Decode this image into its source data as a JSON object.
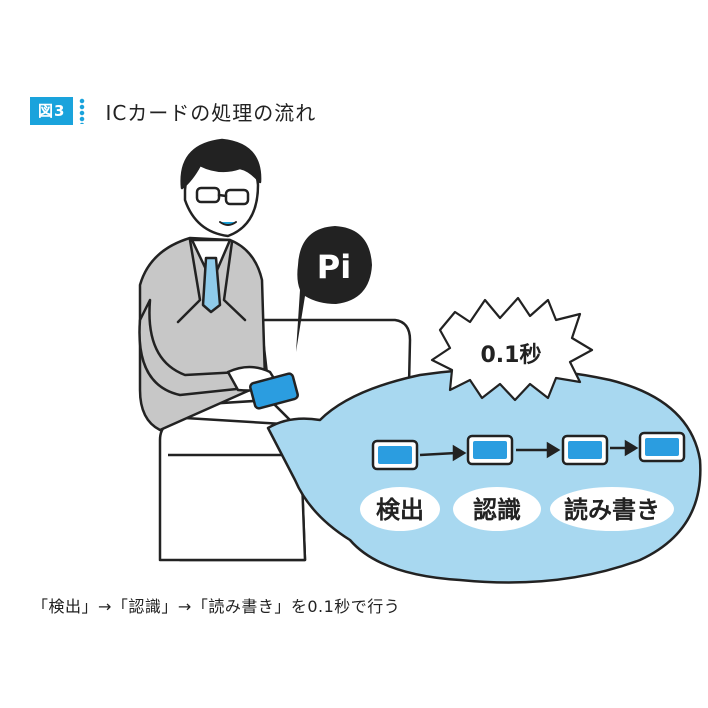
{
  "figure": {
    "number": "図3",
    "title": "ICカードの処理の流れ"
  },
  "illustration": {
    "speech_sound": "Pi",
    "time_burst": "0.1秒",
    "steps": [
      "検出",
      "認識",
      "読み書き"
    ]
  },
  "caption": "「検出」→「認識」→「読み書き」を0.1秒で行う",
  "colors": {
    "accent": "#1aa3dc",
    "bubble": "#a8d8f0",
    "card": "#2b9de0",
    "suit": "#c7c7c7"
  }
}
